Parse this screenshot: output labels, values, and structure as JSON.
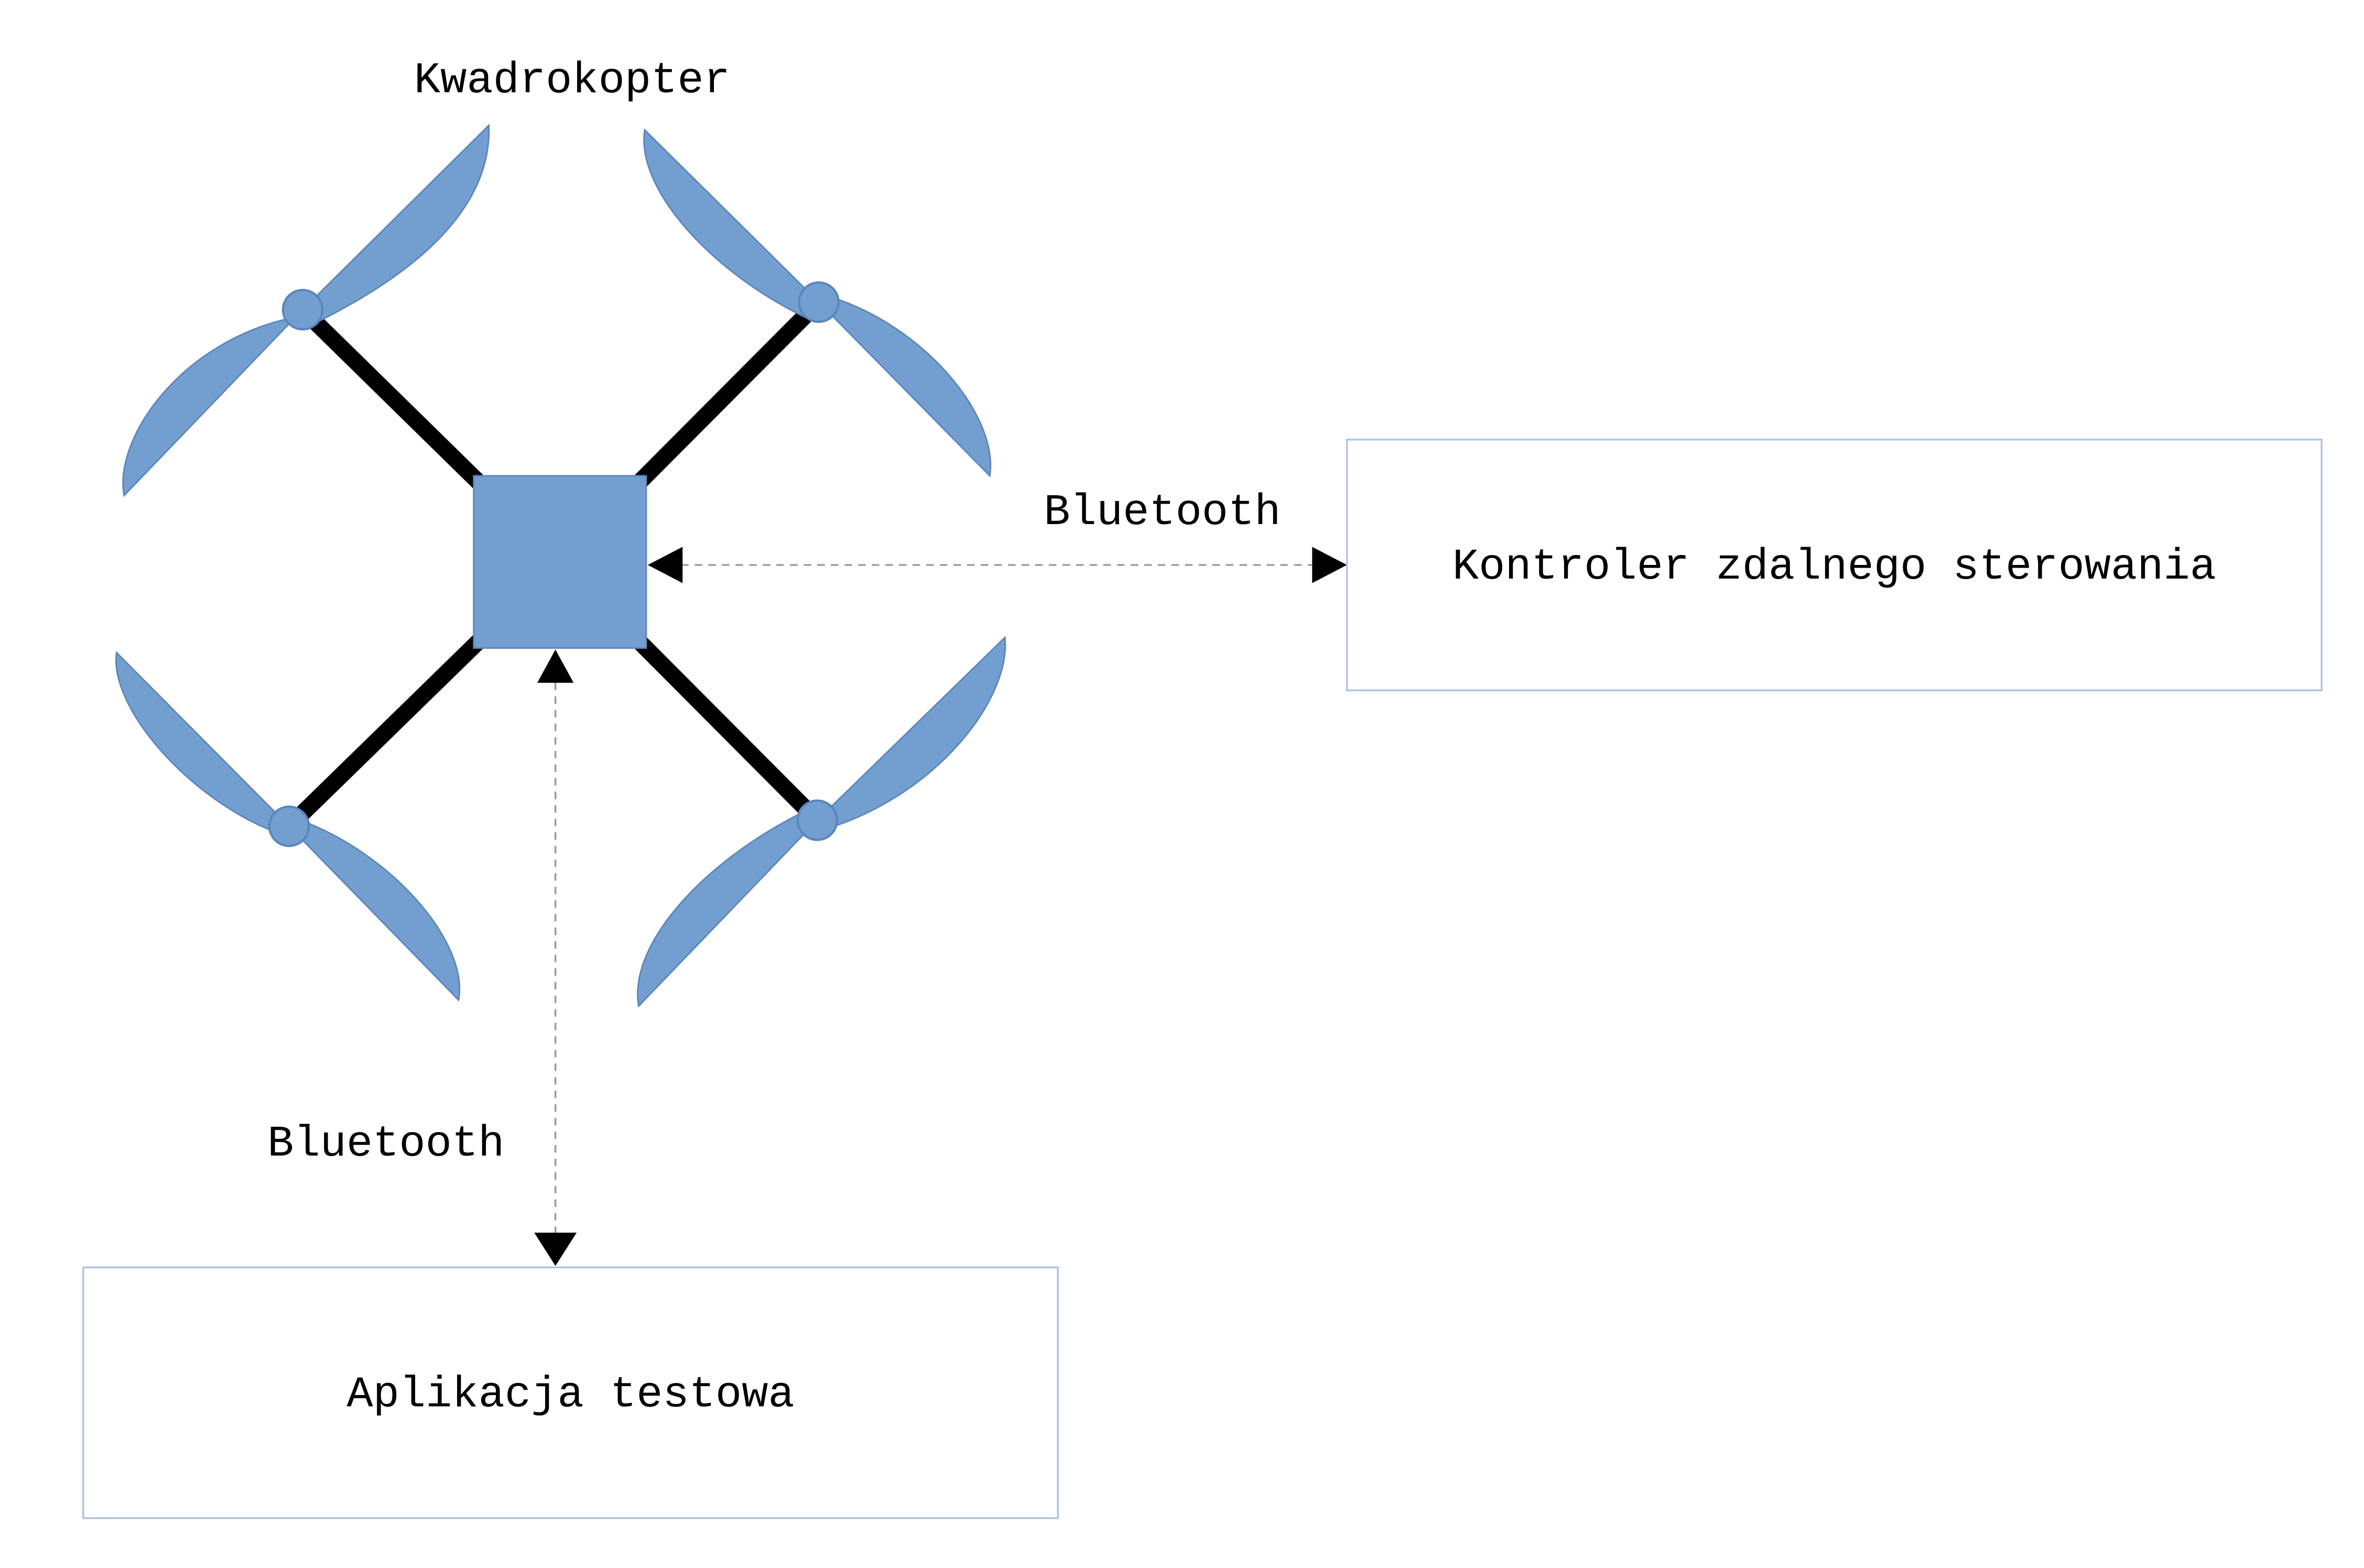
{
  "diagram": {
    "drone_title": "Kwadrokopter",
    "link_controller_label": "Bluetooth",
    "link_app_label": "Bluetooth",
    "controller_box_label": "Kontroler zdalnego sterowania",
    "app_box_label": "Aplikacja testowa"
  },
  "colors": {
    "drone_fill": "#729FCF",
    "drone_stroke": "#5C85BC",
    "arm": "#000000",
    "box_border": "#AFC4DE",
    "link_line": "#9A9A9A",
    "arrowhead": "#000000"
  }
}
